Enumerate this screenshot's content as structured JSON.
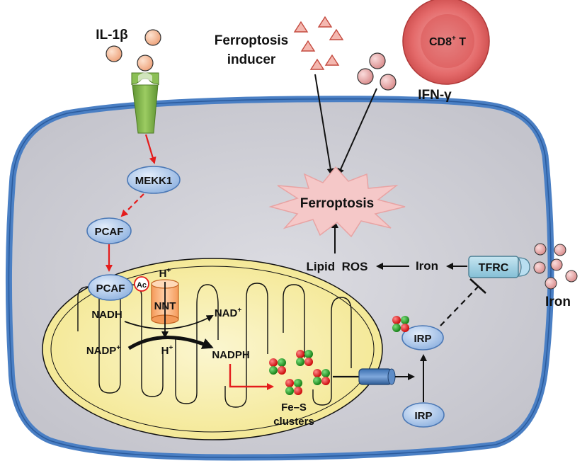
{
  "labels": {
    "il1b": "IL-1β",
    "ferroptosis_inducer_line1": "Ferroptosis",
    "ferroptosis_inducer_line2": "inducer",
    "cd8_prefix": "CD8",
    "cd8_sup": "+",
    "cd8_suffix": " T",
    "ifng": "IFN-γ",
    "mekk1": "MEKK1",
    "pcaf_cytosol": "PCAF",
    "pcaf_mito": "PCAF",
    "ac": "Ac",
    "ferroptosis": "Ferroptosis",
    "lipid_ros": "Lipid  ROS",
    "iron_inner": "Iron",
    "tfrc": "TFRC",
    "iron_outer": "Iron",
    "h_top": "H",
    "h_top_sup": "+",
    "nnt": "NNT",
    "nadh": "NADH",
    "nad_plus": "NAD",
    "nad_plus_sup": "+",
    "nadp_plus": "NADP",
    "nadp_plus_sup": "+",
    "h_bottom": "H",
    "h_bottom_sup": "+",
    "nadph": "NADPH",
    "fes_line1": "Fe–S",
    "fes_line2": "clusters",
    "irp_upper": "IRP",
    "irp_lower": "IRP"
  },
  "colors": {
    "cell_membrane": "#4a7fc4",
    "cytoplasm": "#cfcfd6",
    "mito_outer": "#f0e06a",
    "mito_matrix": "#f7f0b8",
    "protein_fill": "#b9d3f0",
    "protein_stroke": "#4b78b5",
    "activation_arrow": "#e41c1c",
    "receptor": "#7fb24a",
    "cd8_cell": "#e06a6a",
    "ferroptosis_burst": "#f2c5c5",
    "tfrc_fill": "#9fcfe0",
    "nnt_fill": "#f3a56b"
  }
}
